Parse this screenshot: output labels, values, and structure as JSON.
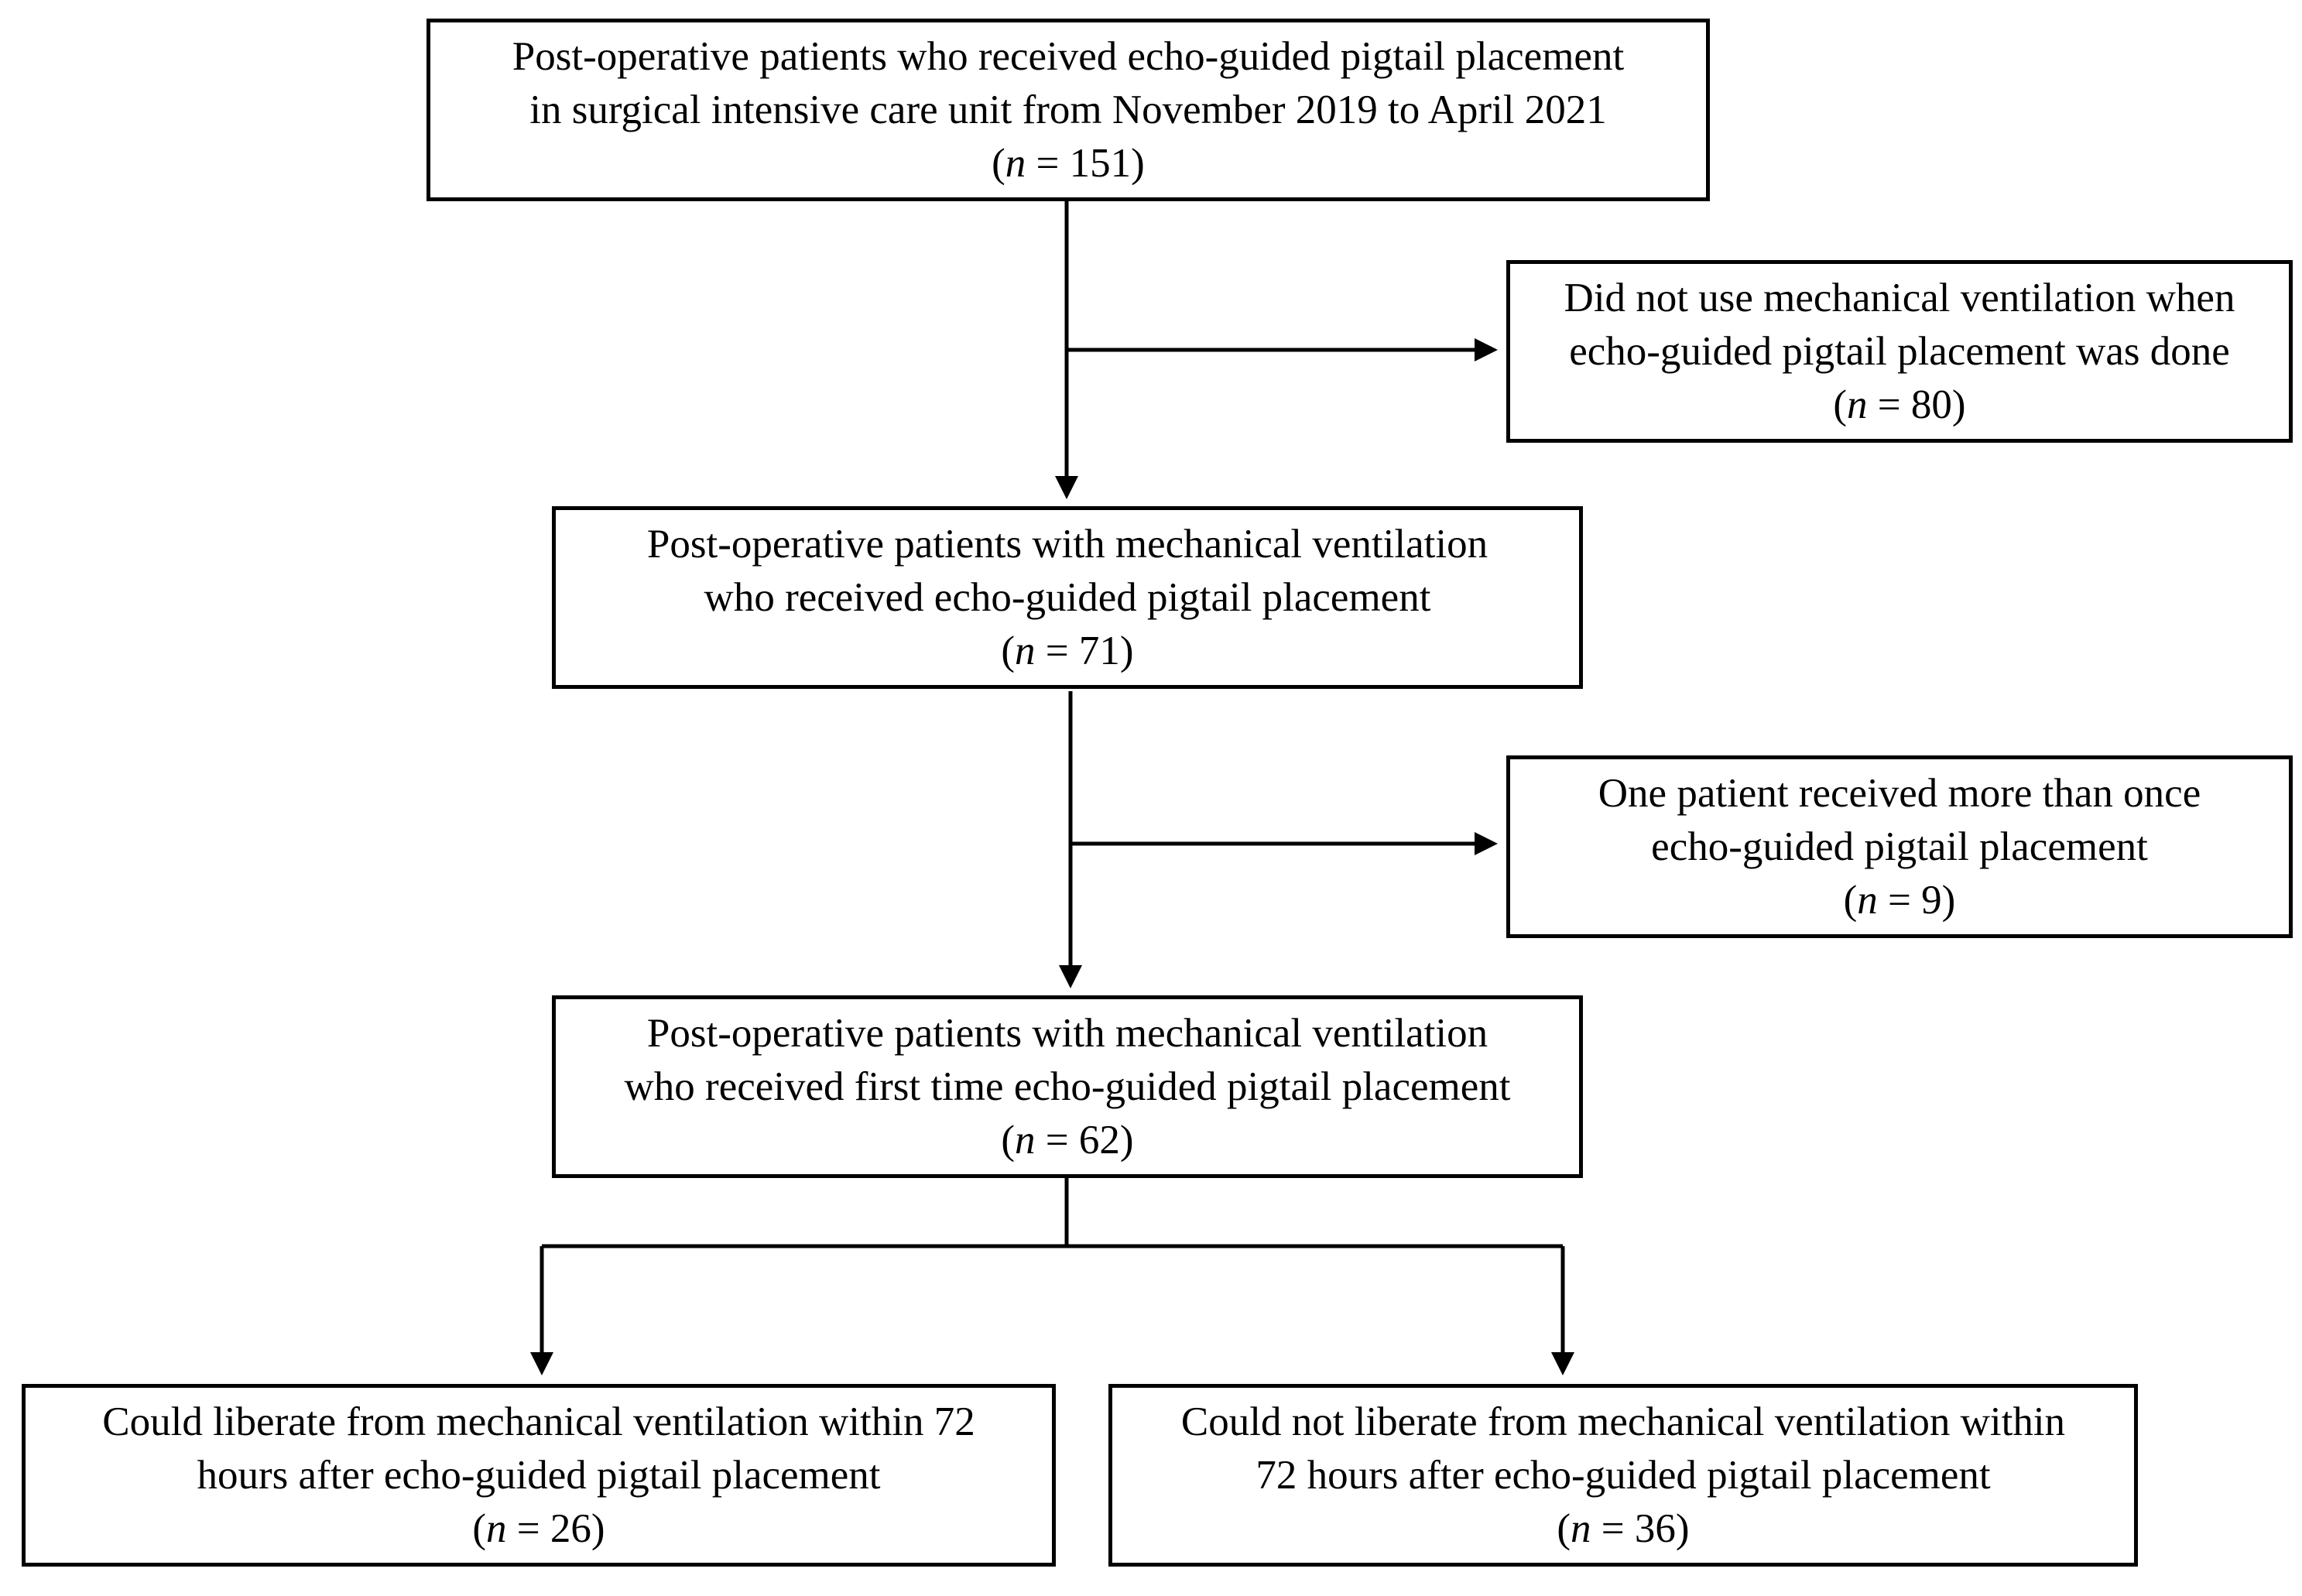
{
  "boxes": {
    "b1": {
      "lines": [
        "Post-operative patients who received echo-guided pigtail placement",
        "in surgical intensive care unit from November 2019 to April 2021"
      ],
      "n_label": "n",
      "n_rest": " = 151)"
    },
    "b2": {
      "lines": [
        "Did not use mechanical ventilation when",
        "echo-guided pigtail placement was done"
      ],
      "n_label": "n",
      "n_rest": " = 80)"
    },
    "b3": {
      "lines": [
        "Post-operative patients with mechanical ventilation",
        "who received echo-guided pigtail placement"
      ],
      "n_label": "n",
      "n_rest": " = 71)"
    },
    "b4": {
      "lines": [
        "One patient received more than once",
        "echo-guided pigtail placement"
      ],
      "n_label": "n",
      "n_rest": " = 9)"
    },
    "b5": {
      "lines": [
        "Post-operative patients with mechanical ventilation",
        "who received first time echo-guided pigtail placement"
      ],
      "n_label": "n",
      "n_rest": " = 62)"
    },
    "b6": {
      "lines": [
        "Could liberate from mechanical ventilation within 72",
        "hours after echo-guided pigtail placement"
      ],
      "n_label": "n",
      "n_rest": " = 26)"
    },
    "b7": {
      "lines": [
        "Could not liberate from mechanical ventilation within",
        "72 hours after echo-guided pigtail placement"
      ],
      "n_label": "n",
      "n_rest": " = 36)"
    }
  },
  "open_paren": "(",
  "colors": {
    "stroke": "#000000",
    "fill": "#ffffff"
  }
}
